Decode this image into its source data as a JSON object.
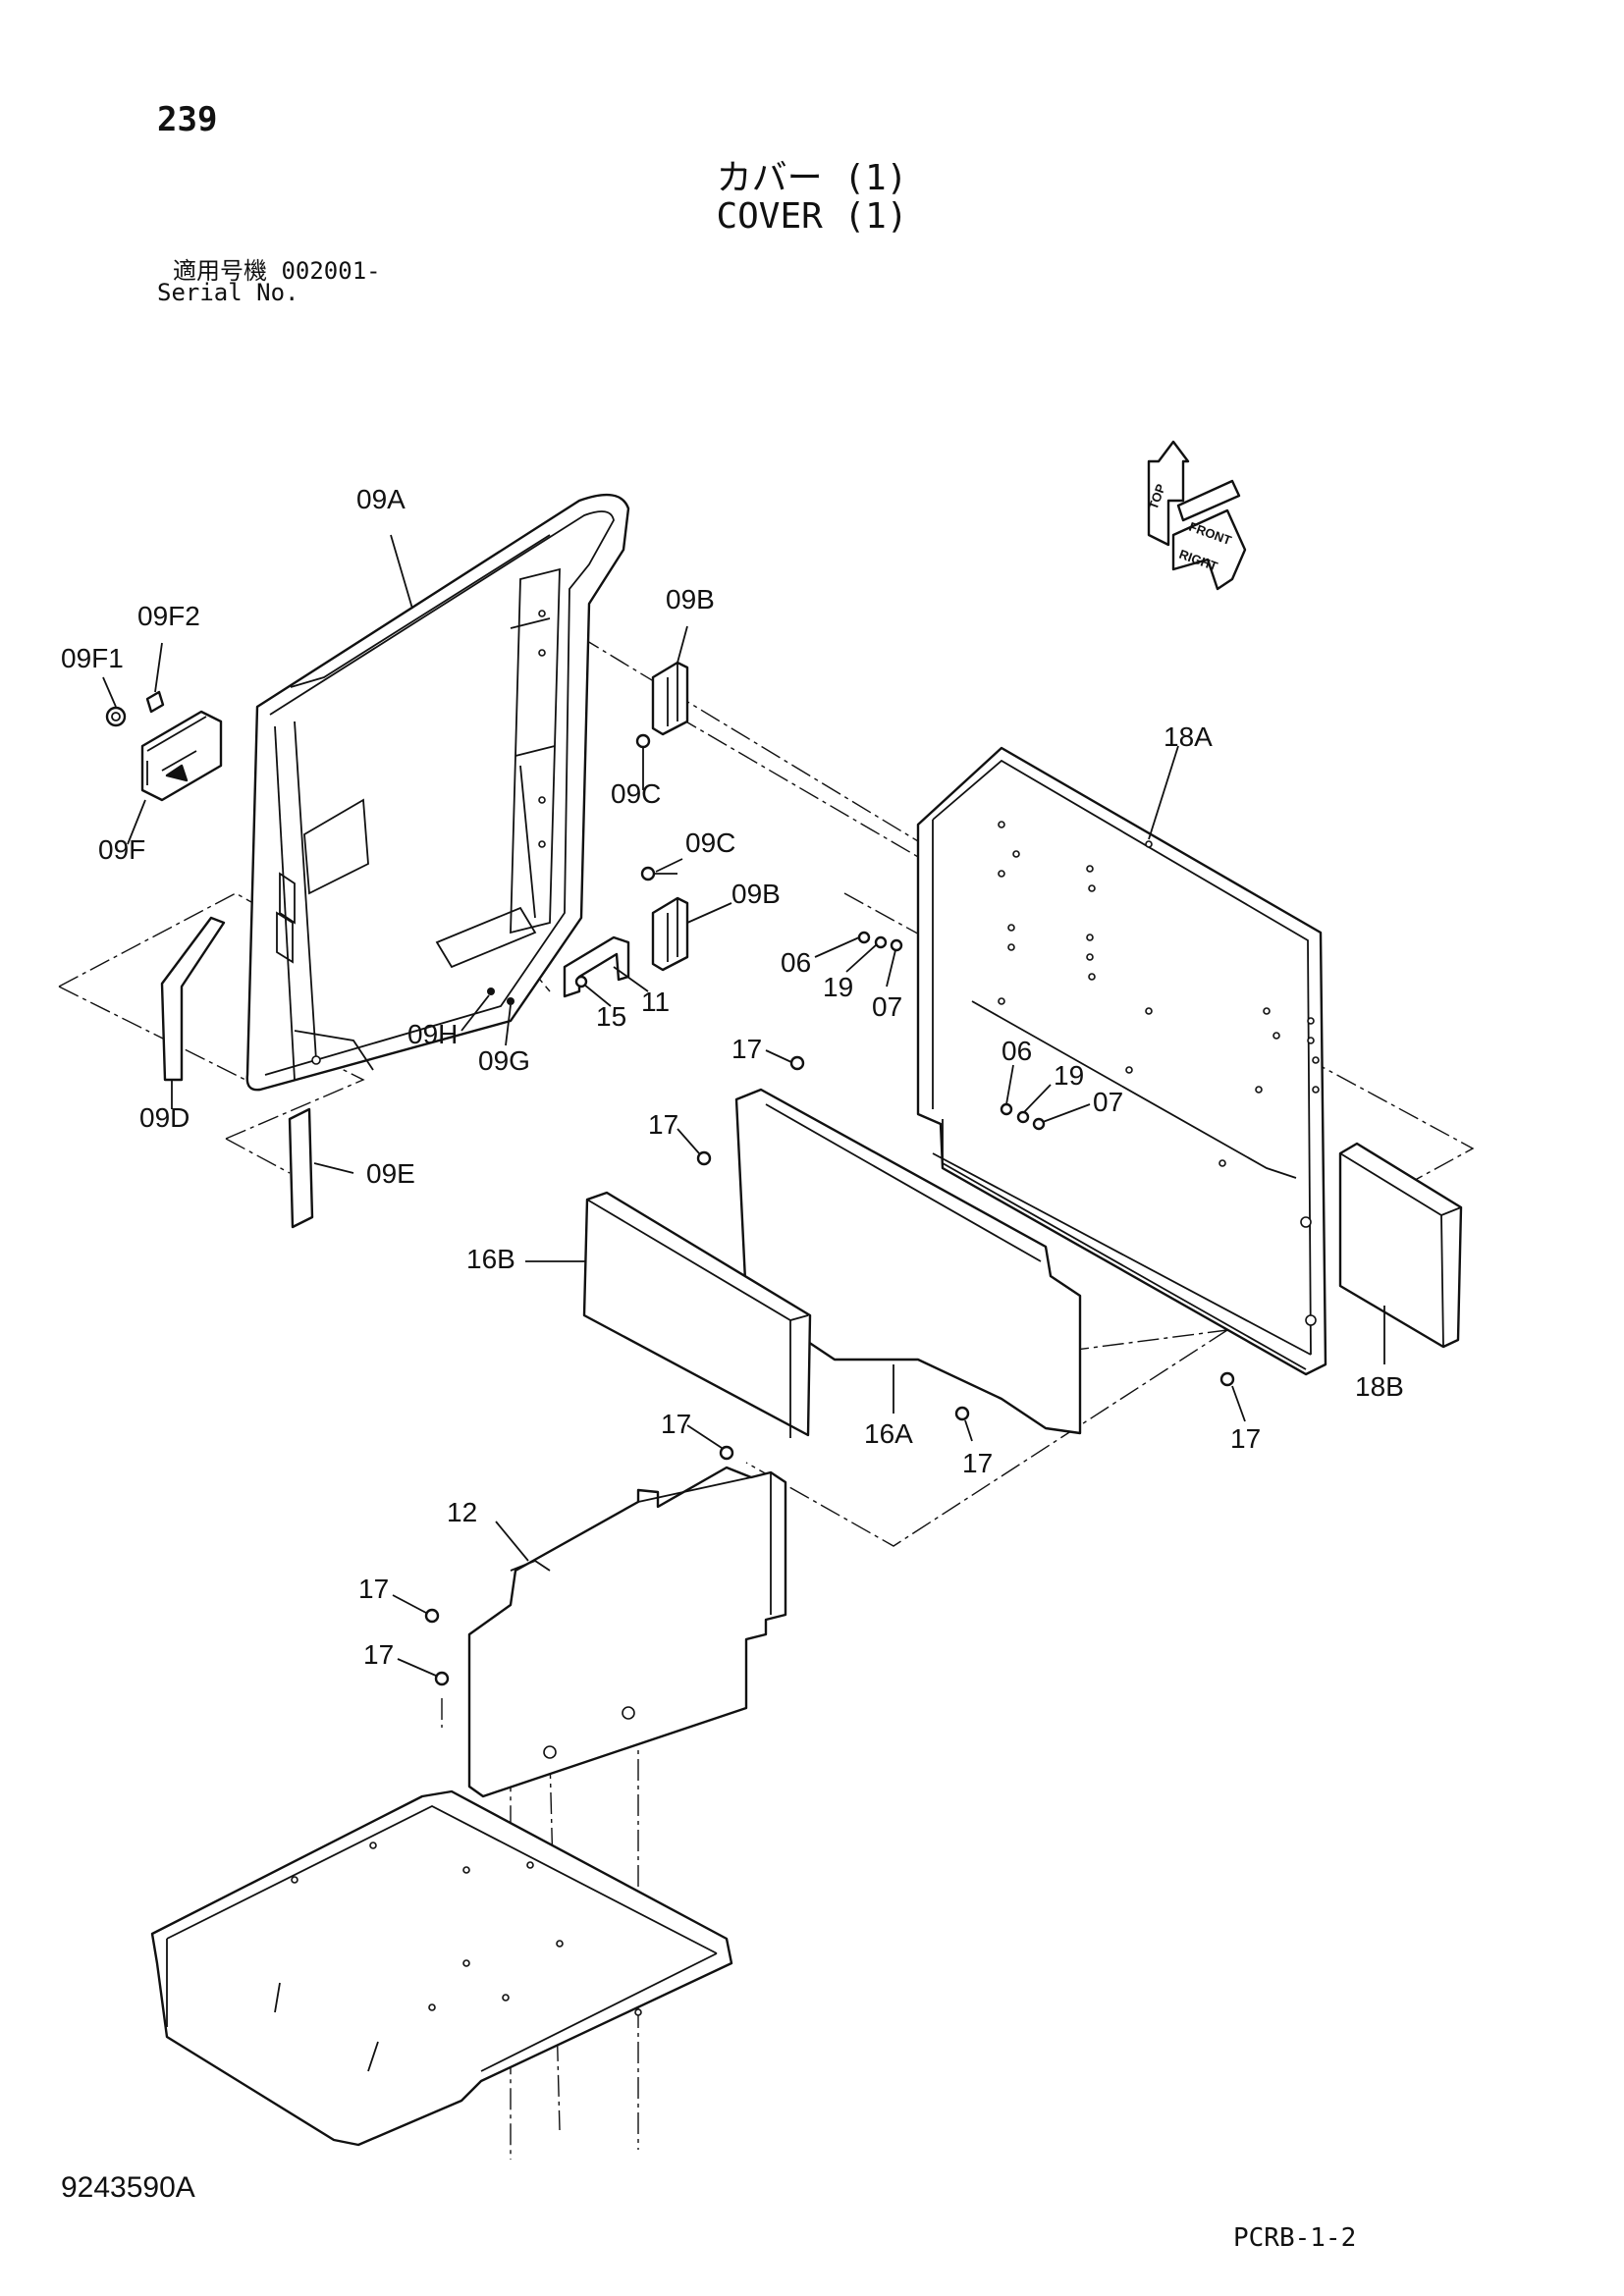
{
  "header": {
    "page_number": "239",
    "title_jp": "カバー (1)",
    "title_en": "COVER (1)",
    "serial_label_jp": "適用号機  002001-",
    "serial_label_en": "Serial No."
  },
  "footer": {
    "drawing_number": "9243590A",
    "sheet_code": "PCRB-1-2"
  },
  "orientation_indicator": {
    "labels": [
      "TOP",
      "FRONT",
      "RIGHT"
    ]
  },
  "callouts": {
    "c_09A": "09A",
    "c_09F2": "09F2",
    "c_09F1": "09F1",
    "c_09F": "09F",
    "c_09B_top": "09B",
    "c_09C_top": "09C",
    "c_09C_mid": "09C",
    "c_09B_mid": "09B",
    "c_09H": "09H",
    "c_09G": "09G",
    "c_15": "15",
    "c_11": "11",
    "c_09D": "09D",
    "c_09E": "09E",
    "c_18A": "18A",
    "c_06_a": "06",
    "c_19_a": "19",
    "c_07_a": "07",
    "c_06_b": "06",
    "c_19_b": "19",
    "c_07_b": "07",
    "c_17_a": "17",
    "c_17_b": "17",
    "c_16B": "16B",
    "c_16A": "16A",
    "c_17_c": "17",
    "c_17_d": "17",
    "c_18B": "18B",
    "c_17_e": "17",
    "c_12": "12",
    "c_17_f": "17",
    "c_17_g": "17"
  }
}
